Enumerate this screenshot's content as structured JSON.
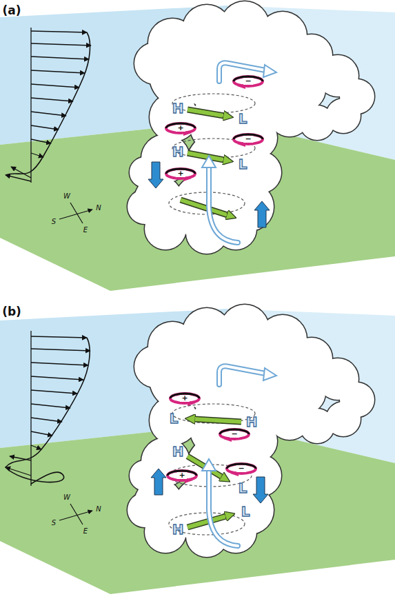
{
  "diagram": {
    "labels": [
      "(a)",
      "H",
      "−",
      "L",
      "+",
      "H",
      "−",
      "L",
      "+",
      "W",
      "N",
      "S",
      "E",
      "(b)",
      "+",
      "L",
      "H",
      "−",
      "H",
      "+",
      "−",
      "L",
      "H",
      "L",
      "W",
      "N",
      "S",
      "E"
    ]
  }
}
